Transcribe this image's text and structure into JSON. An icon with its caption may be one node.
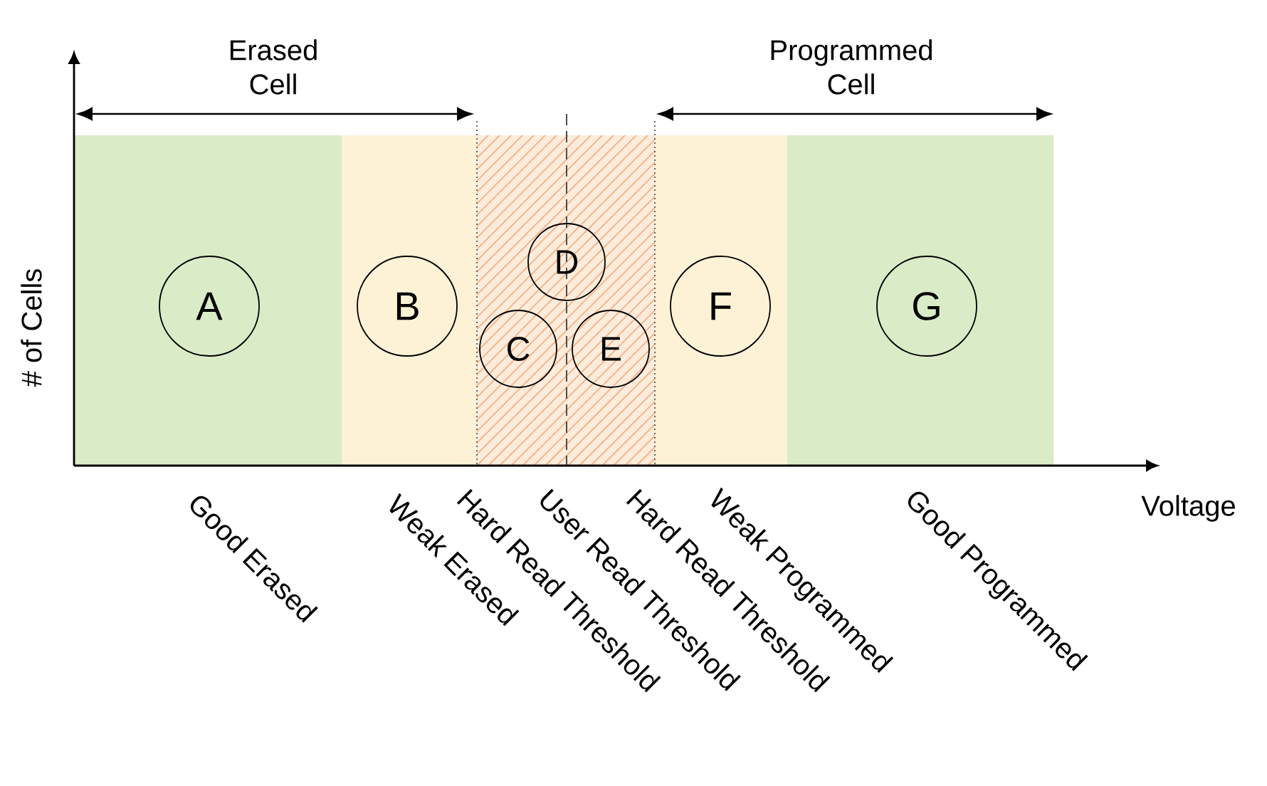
{
  "diagram": {
    "nodes": [
      {
        "text": [
          "A"
        ]
      },
      {
        "text": [
          "B"
        ]
      },
      {
        "text": [
          "D"
        ]
      },
      {
        "text": [
          "C"
        ]
      },
      {
        "text": [
          "E"
        ]
      },
      {
        "text": [
          "F"
        ]
      },
      {
        "text": [
          "G"
        ]
      }
    ],
    "labels": [
      "Erased Cell",
      "Programmed Cell",
      "# of Cells",
      "Voltage",
      "Good Erased",
      "Weak Erased",
      "Hard Read Threshold",
      "User Read Threshold",
      "Hard Read Threshold",
      "Weak Programmed",
      "Good Programmed"
    ]
  }
}
